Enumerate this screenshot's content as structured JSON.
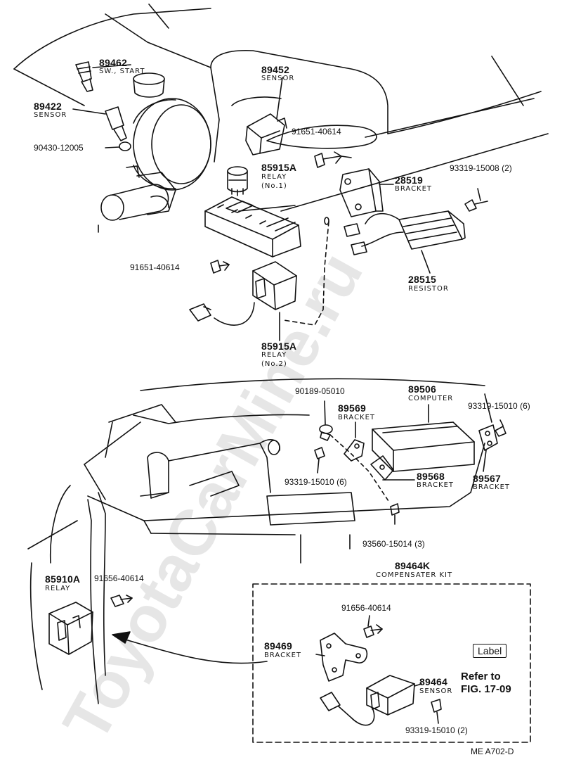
{
  "watermark": "ToyotaCarMine.ru",
  "labels": {
    "p89462": {
      "num": "89462",
      "desc": "SW., START"
    },
    "p89422": {
      "num": "89422",
      "desc": "SENSOR"
    },
    "p90430": {
      "num": "90430-12005"
    },
    "p89452": {
      "num": "89452",
      "desc": "SENSOR"
    },
    "p91651a": {
      "num": "91651-40614"
    },
    "p85915a_1": {
      "num": "85915A",
      "desc1": "RELAY",
      "desc2": "(No.1)"
    },
    "p28519": {
      "num": "28519",
      "desc": "BRACKET"
    },
    "p93319a": {
      "num": "93319-15008 (2)"
    },
    "p91651b": {
      "num": "91651-40614"
    },
    "p28515": {
      "num": "28515",
      "desc": "RESISTOR"
    },
    "p85915a_2": {
      "num": "85915A",
      "desc1": "RELAY",
      "desc2": "(No.2)"
    },
    "p90189": {
      "num": "90189-05010"
    },
    "p89506": {
      "num": "89506",
      "desc": "COMPUTER"
    },
    "p93319b": {
      "num": "93319-15010 (6)"
    },
    "p89569": {
      "num": "89569",
      "desc": "BRACKET"
    },
    "p93319c": {
      "num": "93319-15010 (6)"
    },
    "p89568": {
      "num": "89568",
      "desc": "BRACKET"
    },
    "p89567": {
      "num": "89567",
      "desc": "BRACKET"
    },
    "p93560": {
      "num": "93560-15014 (3)"
    },
    "p89464k": {
      "num": "89464K",
      "desc": "COMPENSATER KIT"
    },
    "p85910a": {
      "num": "85910A",
      "desc": "RELAY"
    },
    "p91656a": {
      "num": "91656-40614"
    },
    "p91656b": {
      "num": "91656-40614"
    },
    "p89469": {
      "num": "89469",
      "desc": "BRACKET"
    },
    "p89464": {
      "num": "89464",
      "desc": "SENSOR"
    },
    "p93319d": {
      "num": "93319-15010 (2)"
    }
  },
  "callout": {
    "box": "Label",
    "line1": "Refer to",
    "line2": "FIG. 17-09"
  },
  "footer": "ME  A702-D"
}
